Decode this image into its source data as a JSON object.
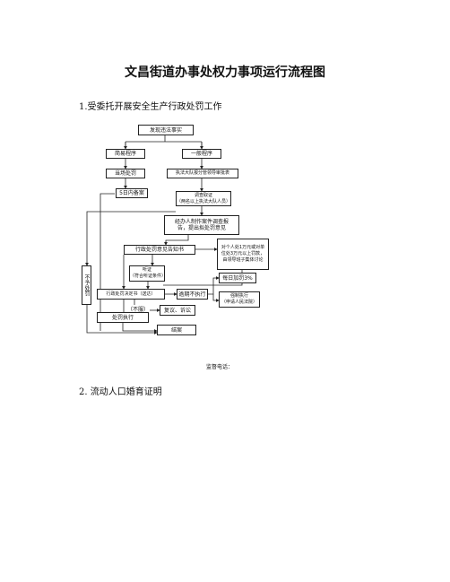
{
  "document": {
    "title": "文昌街道办事处权力事项运行流程图",
    "section1": "1.受委托开展安全生产行政处罚工作",
    "section2": "2.   流动人口婚育证明",
    "phone_label": "监督电话："
  },
  "flowchart": {
    "nodes": {
      "discover": "发现违法事实",
      "simple": "简易程序",
      "general": "一般程序",
      "onsite": "当场处罚",
      "register": "执法大队报分管领导审批表",
      "record5": "5日内备案",
      "investigate": "调查取证\n（两名以上执法大队人员）",
      "report": "经办人制作案件调查报\n告，提出拟处罚意见",
      "notice": "行政处罚意见告知书",
      "hearing": "听证\n（符合听证条件）",
      "decision": "行政处罚决定书（送达）",
      "overdue": "逾期不执行",
      "daily": "每日加罚3%",
      "enforce": "强制执行\n（申请人民法院）",
      "dissatisfied": "（不服）",
      "review": "复议、诉讼",
      "execute": "处罚执行",
      "close": "结案",
      "no_penalty": "不予处罚",
      "large_note": "对个人处1万元或对单\n位处3万元以上罚款，\n由领导班子集体讨论"
    }
  }
}
